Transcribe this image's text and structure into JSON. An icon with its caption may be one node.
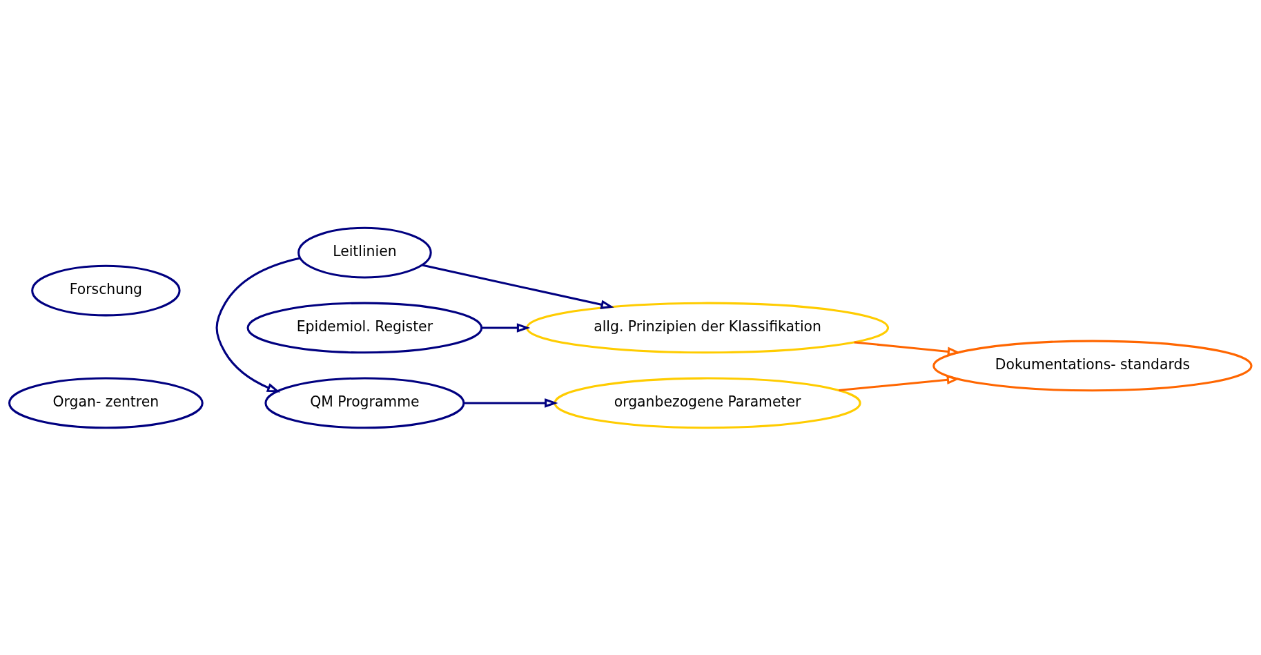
{
  "diagram": {
    "nodes": [
      {
        "text": [
          "Epidemiol. Register"
        ]
      },
      {
        "text": [
          "Forschung"
        ]
      },
      {
        "text": [
          "Leitlinien"
        ]
      },
      {
        "text": [
          "Organ- zentren"
        ]
      },
      {
        "text": [
          "QM Programme"
        ]
      },
      {
        "text": [
          "allg. Prinzipien der Klassifikation"
        ]
      },
      {
        "text": [
          "organbezogene Parameter"
        ]
      },
      {
        "text": [
          "Dokumentations- standards"
        ]
      }
    ],
    "edges": [
      {
        "from": 0,
        "to": 5,
        "arrow": "to"
      },
      {
        "from": 2,
        "to": 4,
        "arrow": "to"
      },
      {
        "from": 2,
        "to": 5,
        "arrow": "to"
      },
      {
        "from": 4,
        "to": 6,
        "arrow": "to"
      },
      {
        "from": 5,
        "to": 7,
        "arrow": "to",
        "color": "#ff6600"
      },
      {
        "from": 6,
        "to": 7,
        "arrow": "to",
        "color": "#ff6600"
      }
    ]
  }
}
